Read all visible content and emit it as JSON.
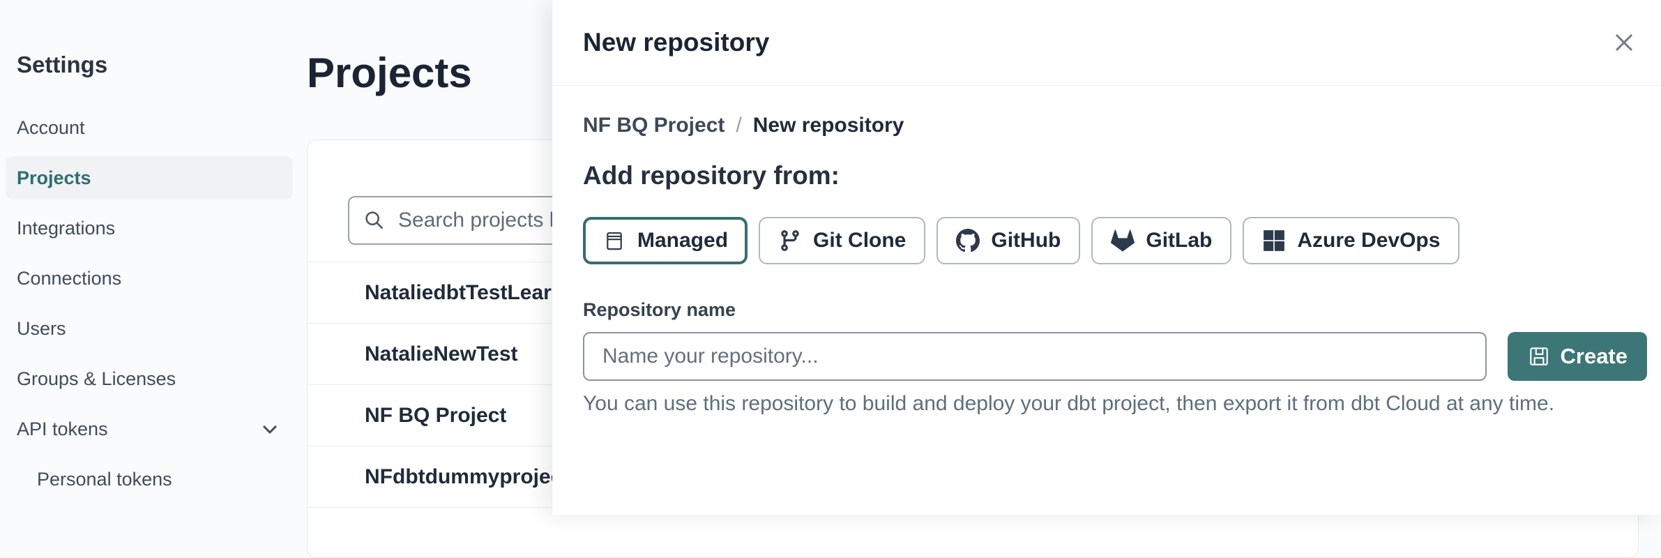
{
  "sidebar": {
    "title": "Settings",
    "items": [
      {
        "label": "Account",
        "active": false
      },
      {
        "label": "Projects",
        "active": true
      },
      {
        "label": "Integrations",
        "active": false
      },
      {
        "label": "Connections",
        "active": false
      },
      {
        "label": "Users",
        "active": false
      },
      {
        "label": "Groups & Licenses",
        "active": false
      },
      {
        "label": "API tokens",
        "active": false,
        "icon": "chevron-down-icon"
      },
      {
        "label": "Personal tokens",
        "active": false,
        "indent": true
      }
    ]
  },
  "main": {
    "title": "Projects",
    "search": {
      "placeholder": "Search projects by name...",
      "icon": "search-icon"
    },
    "projects": [
      "NataliedbtTestLearn T",
      "NatalieNewTest",
      "NF BQ Project",
      "NFdbtdummyproject"
    ]
  },
  "modal": {
    "title": "New repository",
    "close_icon": "close-icon",
    "breadcrumb": {
      "parent": "NF BQ Project",
      "separator": "/",
      "current": "New repository"
    },
    "heading": "Add repository from:",
    "source_options": [
      {
        "label": "Managed",
        "icon": "repo-icon",
        "selected": true
      },
      {
        "label": "Git Clone",
        "icon": "git-branch-icon",
        "selected": false
      },
      {
        "label": "GitHub",
        "icon": "github-icon",
        "selected": false
      },
      {
        "label": "GitLab",
        "icon": "gitlab-icon",
        "selected": false
      },
      {
        "label": "Azure DevOps",
        "icon": "azure-devops-icon",
        "selected": false
      }
    ],
    "form": {
      "name_label": "Repository name",
      "name_placeholder": "Name your repository...",
      "create_label": "Create",
      "create_icon": "save-icon"
    },
    "helper_text": "You can use this repository to build and deploy your dbt project, then export it from dbt Cloud at any time."
  },
  "colors": {
    "accent_teal": "#3c7676",
    "active_nav_teal": "#2d6e73",
    "text_dark": "#1f2b3b",
    "icon_navy": "#2d3a4c",
    "helper_gray": "#5d6e7e",
    "page_background": "#fafbfc"
  }
}
